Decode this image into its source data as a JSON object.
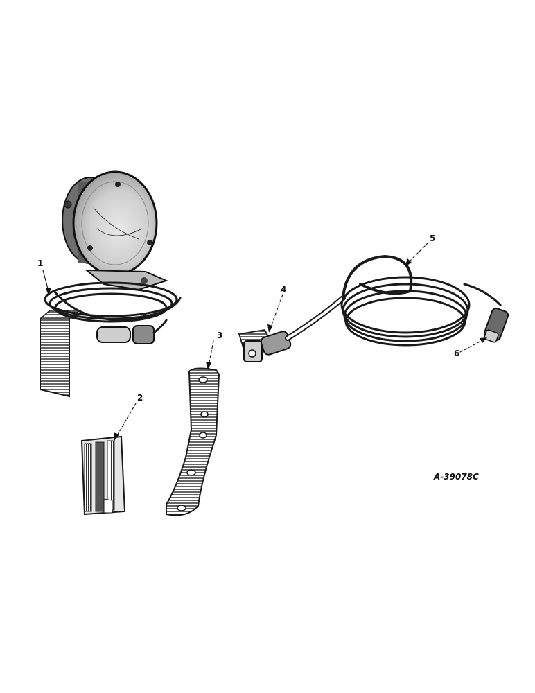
{
  "callouts": [
    {
      "id": "1",
      "part": "lamp-assembly"
    },
    {
      "id": "2",
      "part": "clip"
    },
    {
      "id": "3",
      "part": "bracket"
    },
    {
      "id": "4",
      "part": "socket"
    },
    {
      "id": "5",
      "part": "cable"
    },
    {
      "id": "6",
      "part": "plug"
    }
  ],
  "drawing_number": "A-39078C"
}
